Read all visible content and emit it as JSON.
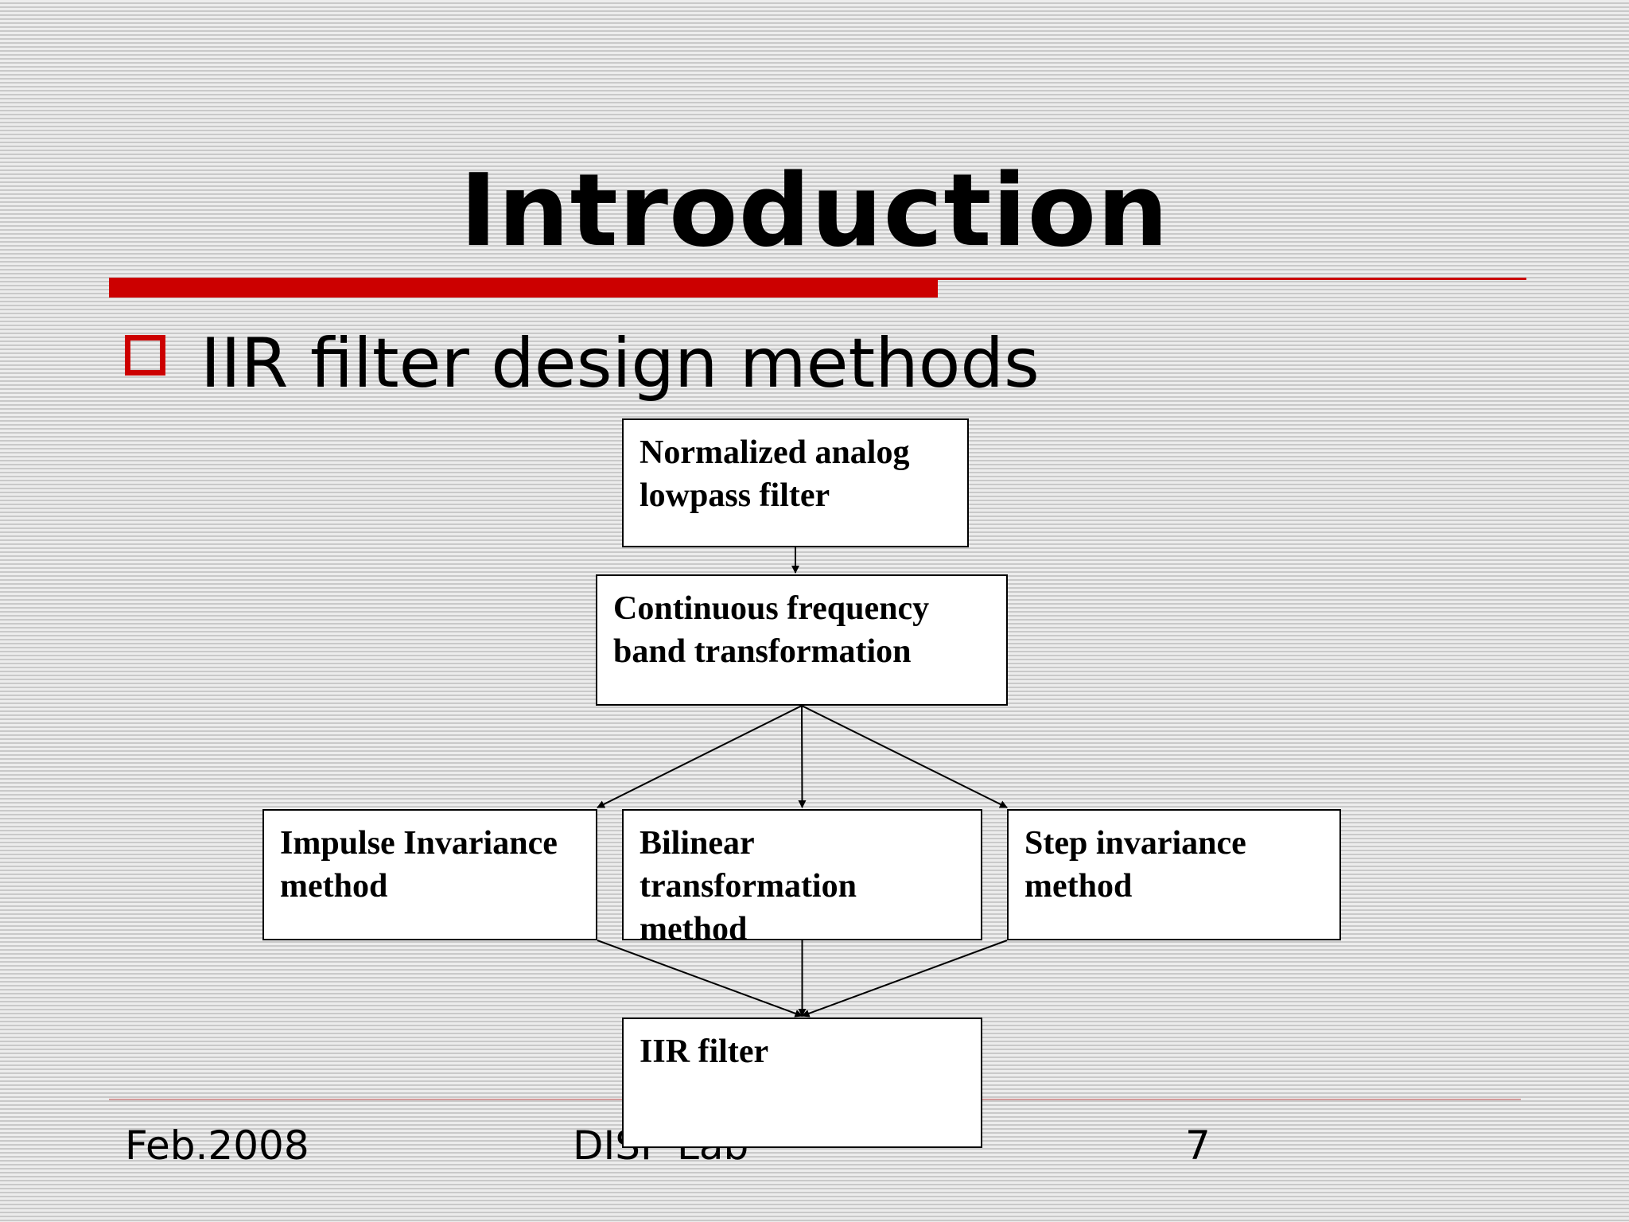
{
  "slide": {
    "title": "Introduction",
    "bullet": "IIR filter design methods",
    "accent_color": "#cc0000"
  },
  "diagram": {
    "nodes": {
      "lowpass": [
        "Normalized analog",
        "lowpass filter"
      ],
      "continuous": [
        "Continuous frequency",
        "band transformation"
      ],
      "impulse": [
        "Impulse Invariance",
        "method"
      ],
      "bilinear": [
        "Bilinear",
        "transformation",
        "method"
      ],
      "step": [
        "Step invariance",
        "method"
      ],
      "iir": [
        "IIR filter"
      ]
    },
    "edges": [
      [
        "lowpass",
        "continuous"
      ],
      [
        "continuous",
        "impulse"
      ],
      [
        "continuous",
        "bilinear"
      ],
      [
        "continuous",
        "step"
      ],
      [
        "impulse",
        "iir"
      ],
      [
        "bilinear",
        "iir"
      ],
      [
        "step",
        "iir"
      ]
    ]
  },
  "footer": {
    "date": "Feb.2008",
    "lab": "DISP Lab",
    "page": "7"
  }
}
